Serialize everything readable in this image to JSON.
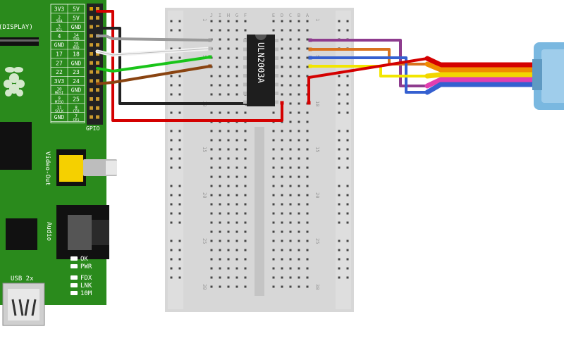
{
  "board": {
    "display_label": "(DISPLAY)",
    "gpio_label": "GPIO",
    "video_label": "Video-Out",
    "audio_label": "Audio",
    "usb_label": "USB 2x",
    "leds": [
      "OK",
      "PWR",
      "FDX",
      "LNK",
      "10M"
    ],
    "gpio_rows": [
      {
        "left": "3V3",
        "left_sub": "",
        "right": "5V",
        "right_sub": ""
      },
      {
        "left": "2",
        "left_sub": "SDA",
        "right": "5V",
        "right_sub": ""
      },
      {
        "left": "3",
        "left_sub": "SCL",
        "right": "GND",
        "right_sub": ""
      },
      {
        "left": "4",
        "left_sub": "",
        "right": "14",
        "right_sub": "TXD"
      },
      {
        "left": "GND",
        "left_sub": "",
        "right": "15",
        "right_sub": "RXD"
      },
      {
        "left": "17",
        "left_sub": "",
        "right": "18",
        "right_sub": ""
      },
      {
        "left": "27",
        "left_sub": "",
        "right": "GND",
        "right_sub": ""
      },
      {
        "left": "22",
        "left_sub": "",
        "right": "23",
        "right_sub": ""
      },
      {
        "left": "3V3",
        "left_sub": "",
        "right": "24",
        "right_sub": ""
      },
      {
        "left": "10",
        "left_sub": "MOSI",
        "right": "GND",
        "right_sub": ""
      },
      {
        "left": "9",
        "left_sub": "MISO",
        "right": "25",
        "right_sub": ""
      },
      {
        "left": "11",
        "left_sub": "SCLK",
        "right": "8",
        "right_sub": "CE0"
      },
      {
        "left": "GND",
        "left_sub": "",
        "right": "7",
        "right_sub": "CE1"
      }
    ]
  },
  "breadboard": {
    "column_letters": [
      "J",
      "I",
      "H",
      "G",
      "F",
      "E",
      "D",
      "C",
      "B",
      "A"
    ],
    "row_numbers": [
      "1",
      "5",
      "10",
      "15",
      "20",
      "25",
      "30"
    ]
  },
  "chip": {
    "label": "ULN2003A"
  },
  "colors": {
    "pcb": "#2a8a1c",
    "breadboard": "#d7d7d7",
    "wire_red": "#d40000",
    "wire_black": "#222222",
    "wire_gray": "#9a9a9a",
    "wire_white": "#f2f2f2",
    "wire_green": "#19c419",
    "wire_brown": "#8a4411",
    "wire_purple": "#8e3c8e",
    "wire_orange": "#d9731e",
    "wire_blue": "#3560d0",
    "wire_yellow": "#f2e600",
    "wire_pink": "#e13fb0",
    "connector": "#7ab8e0"
  }
}
